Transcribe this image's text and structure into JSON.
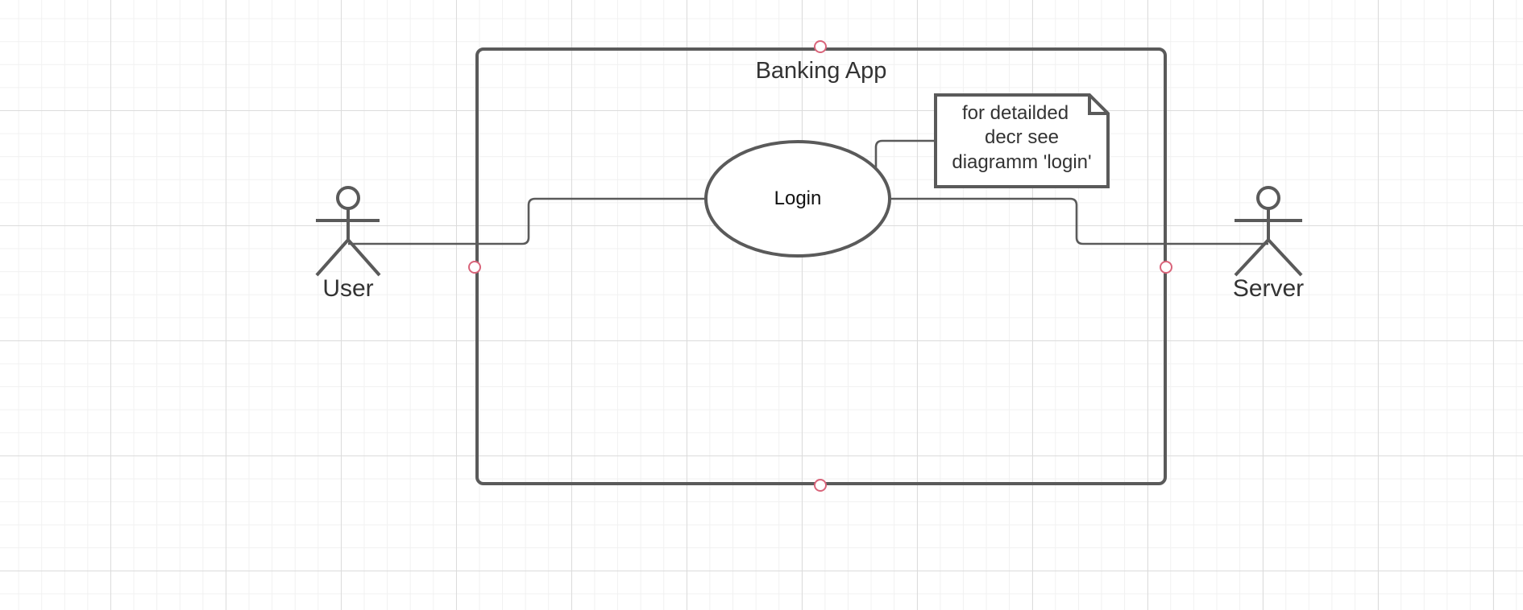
{
  "diagram": {
    "system_boundary": {
      "title": "Banking App"
    },
    "use_cases": [
      {
        "id": "login",
        "label": "Login"
      }
    ],
    "actors": [
      {
        "id": "user",
        "label": "User"
      },
      {
        "id": "server",
        "label": "Server"
      }
    ],
    "note": {
      "lines": [
        "for detailded",
        "decr see",
        "diagramm 'login'"
      ]
    },
    "connections": [
      {
        "from": "user",
        "to": "login"
      },
      {
        "from": "login",
        "to": "server"
      },
      {
        "from": "note",
        "to": "login"
      }
    ]
  },
  "colors": {
    "stroke": "#5a5a5a",
    "text": "#333333",
    "selection_handle": "#d9647a",
    "grid_major": "#dcdcdc",
    "grid_minor": "#f1f1f1"
  }
}
